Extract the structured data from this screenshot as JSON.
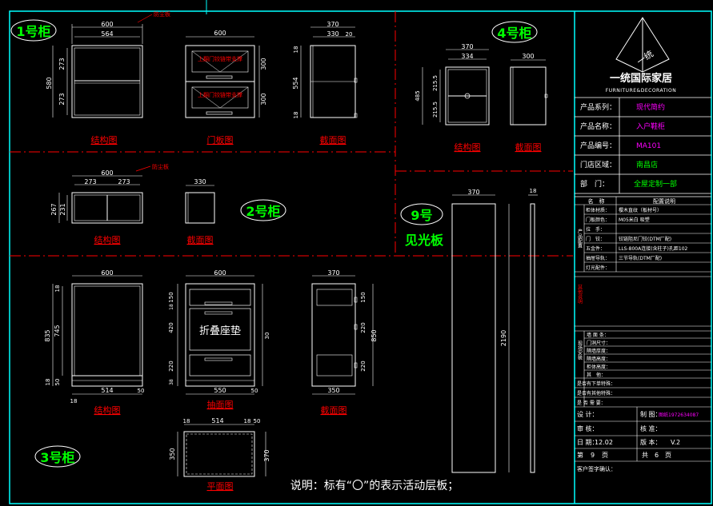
{
  "cabinet_labels": {
    "c1": "1号柜",
    "c2": "2号柜",
    "c3": "3号柜",
    "c4": "4号柜",
    "c9_a": "9号",
    "c9_b": "见光板"
  },
  "views": {
    "structure": "结构图",
    "door": "门板图",
    "section": "截面图",
    "drawer": "抽面图",
    "plan": "平面图"
  },
  "annotations": {
    "dust_board": "防尘板",
    "door_note_1": "上翻门铰链带支撑",
    "door_note_2": "上翻门铰链带支撑",
    "folding_seat": "折叠座垫"
  },
  "dims": {
    "c1_w1": "600",
    "c1_w2": "564",
    "c1_h": "580",
    "c1_h1": "273",
    "c1_h2": "273",
    "c1_door_w": "600",
    "c1_door_h1": "300",
    "c1_door_h2": "300",
    "c1_sec_w1": "370",
    "c1_sec_w2": "330",
    "c1_sec_w3": "20",
    "c1_sec_h": "554",
    "c1_sec_t1": "18",
    "c1_sec_t2": "18",
    "c2_w": "600",
    "c2_w1": "273",
    "c2_w2": "273",
    "c2_h": "267",
    "c2_h2": "231",
    "c2_sec_w": "330",
    "c4_w1": "370",
    "c4_w2": "334",
    "c4_h": "485",
    "c4_h1": "215.5",
    "c4_h2": "215.5",
    "c4_sec_w": "300",
    "c9_w": "370",
    "c9_h": "2190",
    "c9_t": "18",
    "c3_w": "600",
    "c3_h": "835",
    "c3_h1": "745",
    "c3_t1": "18",
    "c3_t2": "50",
    "c3_t3": "18",
    "c3_bw": "514",
    "c3_b1": "18",
    "c3_b2": "50",
    "c3_dr_w": "600",
    "c3_dr_h1": "150",
    "c3_dr_h2": "18",
    "c3_dr_h3": "420",
    "c3_dr_h4": "220",
    "c3_dr_h5": "38",
    "c3_dr_h6": "30",
    "c3_dr_bw": "550",
    "c3_dr_b2": "50",
    "c3_sec_w": "370",
    "c3_sec_h": "850",
    "c3_sec_bw": "350",
    "c3_sec_a": "150",
    "c3_sec_b": "220",
    "c3_sec_c": "220",
    "c3_plan_w1": "18",
    "c3_plan_w2": "514",
    "c3_plan_w3": "18",
    "c3_plan_w4": "50",
    "c3_plan_h1": "350",
    "c3_plan_h2": "370"
  },
  "note": "说明：标有“〇”的表示活动层板；",
  "title_block": {
    "brand_cn": "一统国际家居",
    "brand_en": "FURNITURE&DECORATION",
    "logo_text": "一统",
    "rows": [
      {
        "k": "产品系列：",
        "v": "现代简约"
      },
      {
        "k": "产品名称：",
        "v": "入户鞋柜"
      },
      {
        "k": "产品编号：",
        "v": "MA101"
      },
      {
        "k": "门店区域：",
        "v": "南昌店"
      },
      {
        "k": "部　门：",
        "v": "全屋定制一部"
      }
    ],
    "cfg_header": {
      "a": "名　称",
      "b": "配置说明"
    },
    "cfg_side": "产品配置",
    "cfg_rows": [
      {
        "k": "柜体材质：",
        "v": "樱木直纹（板材号）"
      },
      {
        "k": "门板颜色：",
        "v": "M05米白 吸塑"
      },
      {
        "k": "拉　手：",
        "v": ""
      },
      {
        "k": "门　铰：",
        "v": "铰链阻尼门铰(DTM厂配)"
      },
      {
        "k": "五金件：",
        "v": "LLS-800A连接(含柱子)孔距102"
      },
      {
        "k": "抽屉导轨：",
        "v": "三节导轨(DTM厂配)"
      },
      {
        "k": "灯光配件：",
        "v": ""
      }
    ],
    "red_side": "其他说明",
    "install_side": "现场安装",
    "install_rows": [
      {
        "k": "墙 面 条："
      },
      {
        "k": "门洞尺寸："
      },
      {
        "k": "隔墙厚度："
      },
      {
        "k": "隔墙高度："
      },
      {
        "k": "柜体高度："
      },
      {
        "k": "其　他："
      },
      {
        "k": "是否有下单特殊："
      },
      {
        "k": "是否有其他特殊："
      },
      {
        "k": "是 否 需 要："
      }
    ],
    "design": {
      "k": "设 计：",
      "v": ""
    },
    "drafter": {
      "k": "制 图：",
      "v": "图纸1972634087"
    },
    "check": {
      "k": "审 核：",
      "v": ""
    },
    "approve": {
      "k": "核 准：",
      "v": ""
    },
    "date": {
      "k": "日 期：",
      "v": "12.02"
    },
    "version": {
      "k": "版 本：",
      "v": "V.2"
    },
    "page": {
      "k1": "第",
      "v1": "9",
      "k2": "页",
      "k3": "共",
      "v2": "6",
      "k4": "页"
    },
    "signature": "客户签字确认："
  },
  "colors": {
    "frame": "#00ffff",
    "drawing": "#ffffff",
    "dim": "#00ff00",
    "label": "#ff0000",
    "accent": "#ffff00",
    "dash": "#ff0000",
    "info": "#ff00ff",
    "bubble": "#00ff00"
  }
}
